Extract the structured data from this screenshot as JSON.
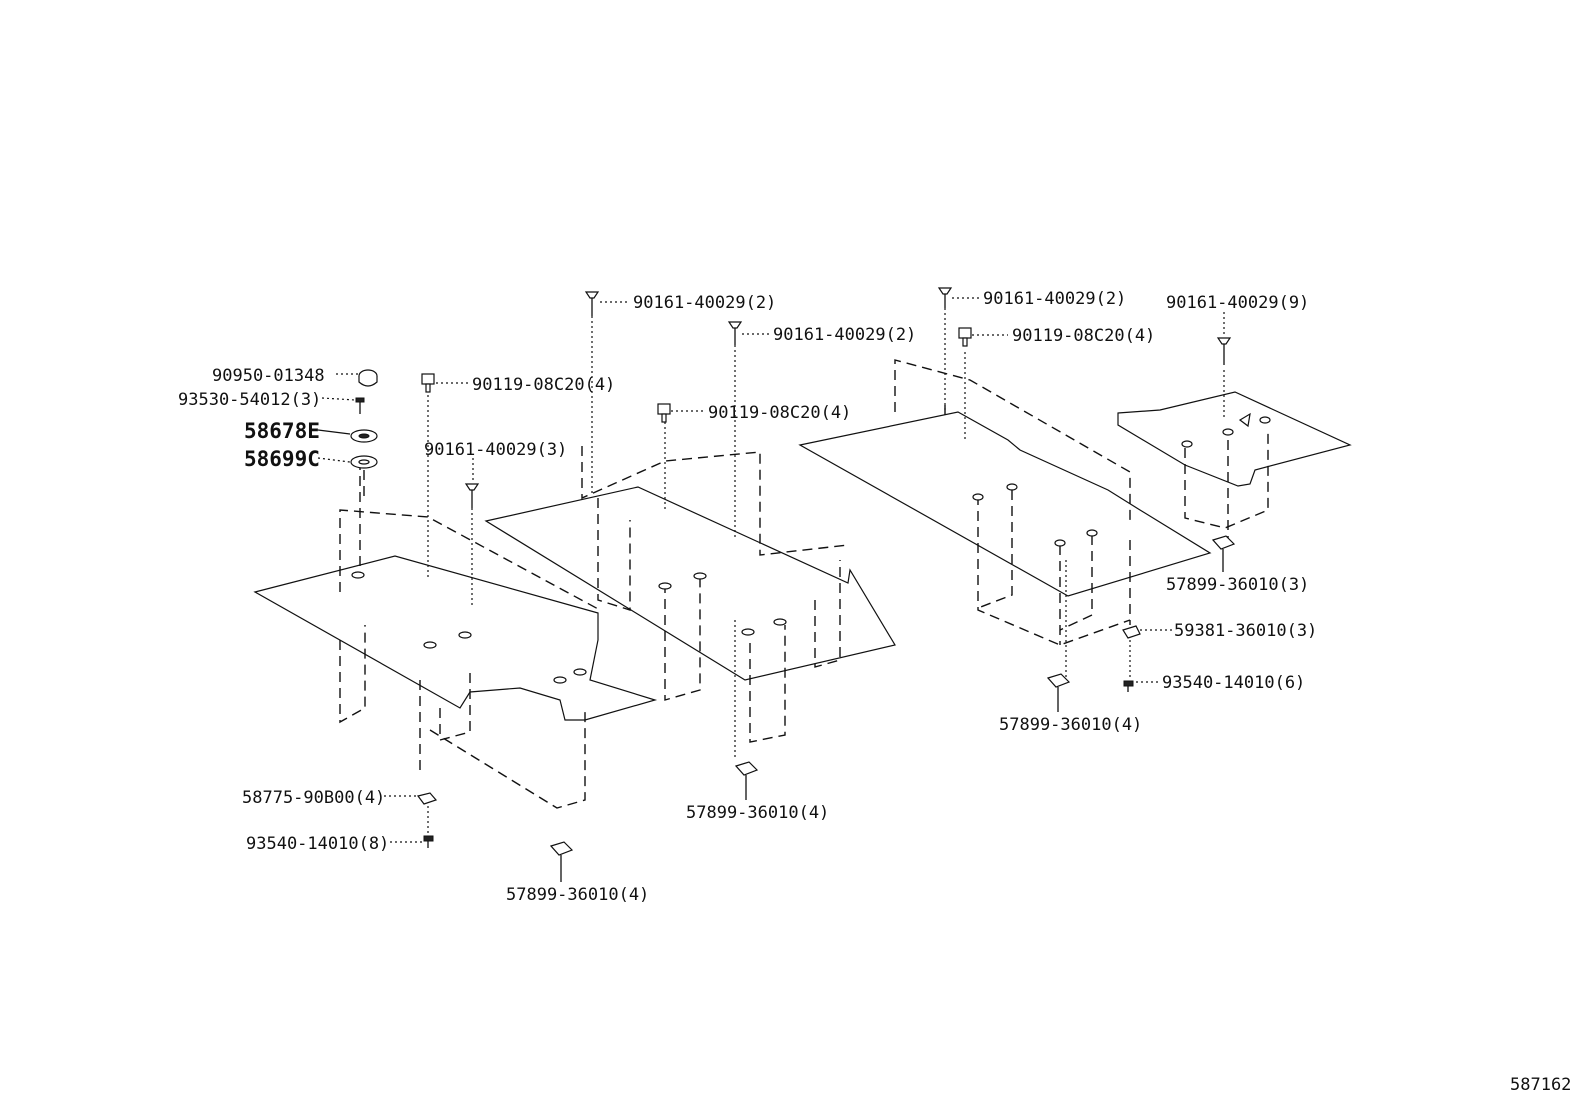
{
  "labels": {
    "p90950": "90950-01348",
    "p93530": "93530-54012(3)",
    "p58678E": "58678E",
    "p58699C": "58699C",
    "left_90119": "90119-08C20(4)",
    "left_90161": "90161-40029(3)",
    "left_58775": "58775-90B00(4)",
    "left_93540": "93540-14010(8)",
    "left_57899": "57899-36010(4)",
    "mid_90161_a": "90161-40029(2)",
    "mid_90161_b": "90161-40029(2)",
    "mid_90119": "90119-08C20(4)",
    "mid_57899": "57899-36010(4)",
    "right_90161": "90161-40029(2)",
    "right_90119": "90119-08C20(4)",
    "right_57899": "57899-36010(4)",
    "right_59381": "59381-36010(3)",
    "right_93540": "93540-14010(6)",
    "far_90161": "90161-40029(9)",
    "far_57899": "57899-36010(3)"
  },
  "figure_id": "587162"
}
